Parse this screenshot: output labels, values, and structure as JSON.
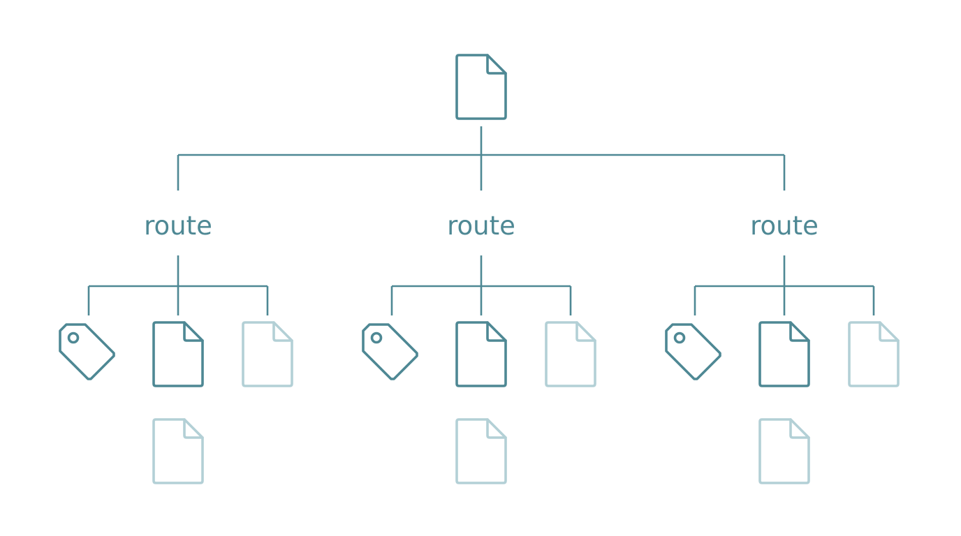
{
  "colors": {
    "primary": "#4e8894",
    "faded": "#b3d0d6",
    "background": "#ffffff"
  },
  "root": {
    "icon": "document-icon",
    "tone": "primary"
  },
  "branches": [
    {
      "label": "route",
      "children": [
        {
          "icon": "tag-icon",
          "tone": "primary"
        },
        {
          "icon": "document-icon",
          "tone": "primary"
        },
        {
          "icon": "document-icon",
          "tone": "faded"
        }
      ],
      "extra": {
        "icon": "document-icon",
        "tone": "faded"
      }
    },
    {
      "label": "route",
      "children": [
        {
          "icon": "tag-icon",
          "tone": "primary"
        },
        {
          "icon": "document-icon",
          "tone": "primary"
        },
        {
          "icon": "document-icon",
          "tone": "faded"
        }
      ],
      "extra": {
        "icon": "document-icon",
        "tone": "faded"
      }
    },
    {
      "label": "route",
      "children": [
        {
          "icon": "tag-icon",
          "tone": "primary"
        },
        {
          "icon": "document-icon",
          "tone": "primary"
        },
        {
          "icon": "document-icon",
          "tone": "faded"
        }
      ],
      "extra": {
        "icon": "document-icon",
        "tone": "faded"
      }
    }
  ]
}
